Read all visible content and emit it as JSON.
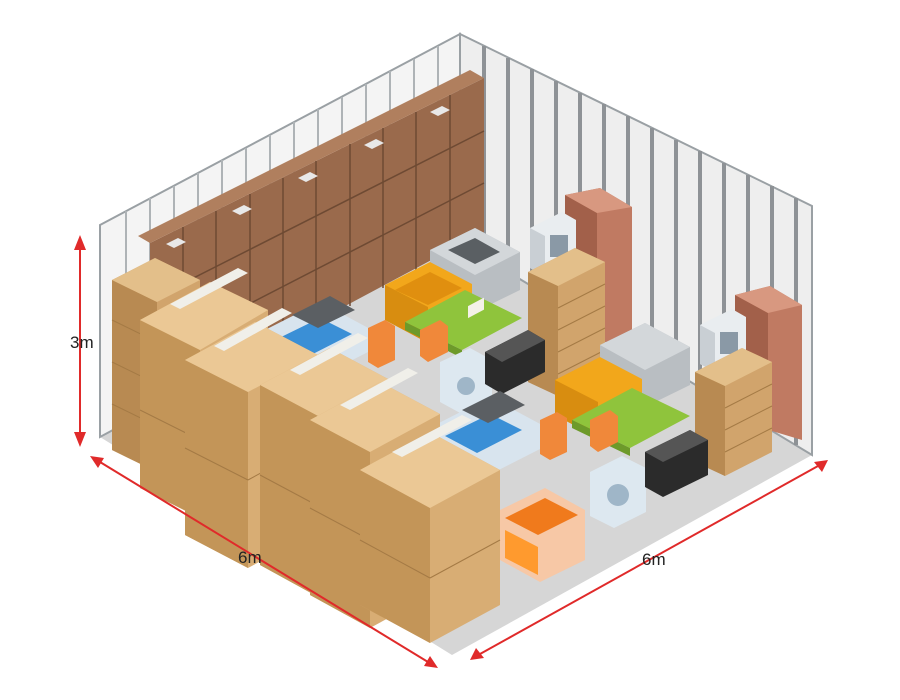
{
  "dimensions": {
    "height": "3m",
    "left_width": "6m",
    "right_width": "6m"
  },
  "colors": {
    "arrow": "#e02a2a",
    "box_light": "#e3bf8a",
    "box_mid": "#d1a46c",
    "box_dark": "#b88a52",
    "box_brown_front": "#9a6a4c",
    "box_brown_side": "#7d5439",
    "wall_back": "#eeeeee",
    "wall_slat": "#8e9296",
    "floor": "#d8d8d8",
    "wardrobe": "#b7705a",
    "sofa": "#f2a71b",
    "table_green": "#8fc43c",
    "bed_blue": "#3a8fd6",
    "washer": "#dde8f0",
    "tv_stand": "#2b2b2b",
    "mattress_orange": "#f07a1c"
  },
  "items": [
    "cardboard-box-stack",
    "wardrobe",
    "sofa",
    "dining-table",
    "chair",
    "bed",
    "washing-machine",
    "microwave",
    "stove",
    "tv-stand",
    "mattress"
  ]
}
